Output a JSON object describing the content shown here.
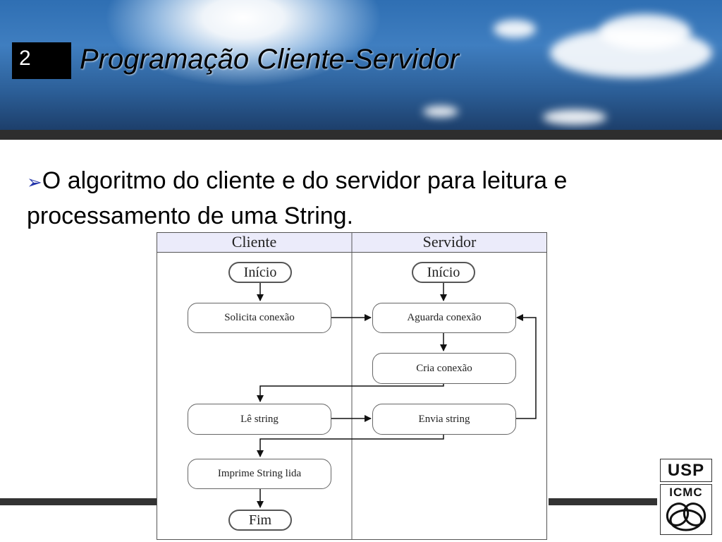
{
  "slide": {
    "number": "2",
    "title": "Programação Cliente-Servidor",
    "bullet": "O algoritmo do cliente e do servidor para leitura e processamento de uma String."
  },
  "diagram": {
    "lanes": [
      "Cliente",
      "Servidor"
    ],
    "nodes": {
      "client_start": "Início",
      "request_connection": "Solicita conexão",
      "read_string": "Lê string",
      "print_string": "Imprime String lida",
      "client_end": "Fim",
      "server_start": "Início",
      "await_connection": "Aguarda conexão",
      "create_connection": "Cria conexão",
      "send_string": "Envia string"
    }
  },
  "logo": {
    "usp": "USP",
    "icmc": "ICMC"
  },
  "colors": {
    "lane_header_bg": "#ebebfa",
    "title_box": "#000000",
    "bullet_arrow": "#2233aa",
    "band": "#2e2e2e"
  },
  "icons": {
    "bullet": "arrow-right-bullet-icon",
    "logo": "usp-icmc-logo-icon"
  }
}
